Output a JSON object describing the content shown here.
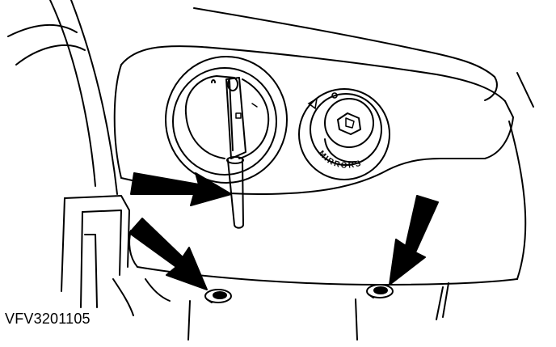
{
  "figure": {
    "reference_code": "VFV3201105",
    "mirror_switch_label": "MIRRORS",
    "colors": {
      "line": "#000000",
      "background": "#ffffff"
    },
    "callout_count": 3,
    "icons": [
      "arrow-callout",
      "arrow-callout",
      "arrow-callout",
      "triangle-marker",
      "circle-marker"
    ]
  }
}
